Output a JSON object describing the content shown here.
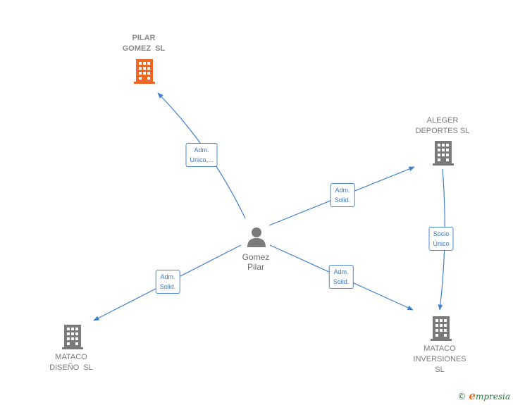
{
  "nodes": {
    "pilar_gomez": {
      "label": "PILAR\nGOMEZ  SL",
      "color": "#f26522"
    },
    "aleger": {
      "label": "ALEGER\nDEPORTES SL",
      "color": "#7a7a7a"
    },
    "mataco_diseno": {
      "label": "MATACO\nDISEÑO  SL",
      "color": "#7a7a7a"
    },
    "mataco_inversiones": {
      "label": "MATACO\nINVERSIONES\nSL",
      "color": "#7a7a7a"
    },
    "person": {
      "label": "Gomez\nPilar",
      "color": "#7a7a7a"
    }
  },
  "edges": {
    "to_pilar": "Adm.\nUnico,...",
    "to_aleger": "Adm.\nSolid.",
    "to_diseno": "Adm.\nSolid.",
    "to_inversiones": "Adm.\nSolid.",
    "aleger_to_inversiones": "Socio\nÚnico"
  },
  "edge_color": "#3f7fcf",
  "brand": {
    "copyright": "©",
    "initial": "e",
    "name": "mpresia"
  }
}
